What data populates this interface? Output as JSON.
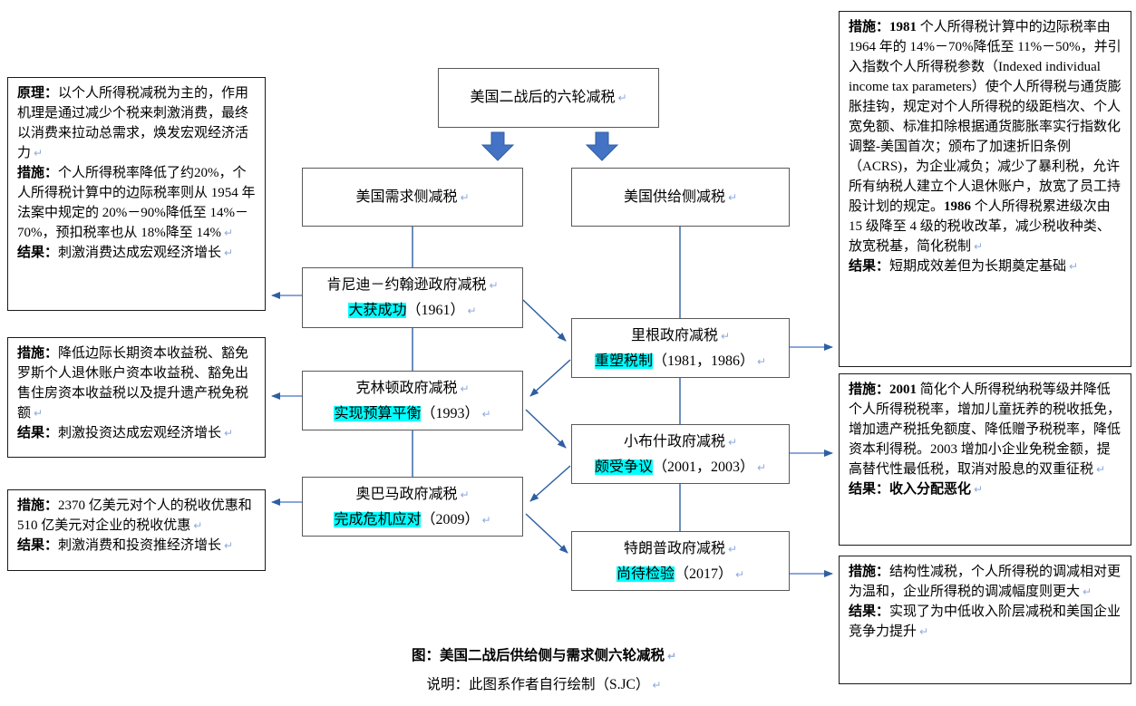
{
  "glyphs": {
    "return_mark": "↵"
  },
  "colors": {
    "highlight": "#00ffff",
    "connector_blue": "#2e5fa3",
    "block_arrow_blue": "#4472c4",
    "return_mark_blue": "#8eaadb",
    "box_border_gray": "#595959"
  },
  "flow": {
    "title": "美国二战后的六轮减税",
    "branches": [
      {
        "label": "美国需求侧减税"
      },
      {
        "label": "美国供给侧减税"
      }
    ],
    "rounds": [
      {
        "line1": "肯尼迪－约翰逊政府减税",
        "tag": "大获成功",
        "years": "（1961）"
      },
      {
        "line1": "克林顿政府减税",
        "tag": "实现预算平衡",
        "years": "（1993）"
      },
      {
        "line1": "奥巴马政府减税",
        "tag": "完成危机应对",
        "years": "（2009）"
      },
      {
        "line1": "里根政府减税",
        "tag": "重塑税制",
        "years": "（1981，1986）"
      },
      {
        "line1": "小布什政府减税",
        "tag": "颇受争议",
        "years": "（2001，2003）"
      },
      {
        "line1": "特朗普政府减税",
        "tag": "尚待检验",
        "years": "（2017）"
      }
    ]
  },
  "notes": {
    "left1": {
      "paras": [
        [
          {
            "t": "原理：",
            "b": true
          },
          {
            "t": "以个人所得税减税为主的，作用机理是通过减少个税来刺激消费，最终以消费来拉动总需求，焕发宏观经济活力"
          }
        ],
        [
          {
            "t": "措施：",
            "b": true
          },
          {
            "t": "个人所得税率降低了约20%，个人所得税计算中的边际税率则从 1954 年法案中规定的 20%－90%降低至 14%－70%，预扣税率也从 18%降至 14%"
          }
        ],
        [
          {
            "t": "结果：",
            "b": true
          },
          {
            "t": "刺激消费达成宏观经济增长"
          }
        ]
      ]
    },
    "left2": {
      "paras": [
        [
          {
            "t": "措施：",
            "b": true
          },
          {
            "t": "降低边际长期资本收益税、豁免罗斯个人退休账户资本收益税、豁免出售住房资本收益税以及提升遗产税免税额"
          }
        ],
        [
          {
            "t": "结果：",
            "b": true
          },
          {
            "t": "刺激投资达成宏观经济增长"
          }
        ]
      ]
    },
    "left3": {
      "paras": [
        [
          {
            "t": "措施：",
            "b": true
          },
          {
            "t": "2370 亿美元对个人的税收优惠和 510 亿美元对企业的税收优惠"
          }
        ],
        [
          {
            "t": "结果：",
            "b": true
          },
          {
            "t": "刺激消费和投资推经济增长"
          }
        ]
      ]
    },
    "right1": {
      "paras": [
        [
          {
            "t": "措施：",
            "b": true
          },
          {
            "t": "1981 ",
            "b": true
          },
          {
            "t": "个人所得税计算中的边际税率由 1964 年的 14%－70%降低至 11%－50%，并引入指数个人所得税参数（Indexed individual income tax parameters）使个人所得税与通货膨胀挂钩，规定对个人所得税的级距档次、个人宽免额、标准扣除根据通货膨胀率实行指数化调整-美国首次；颁布了加速折旧条例（ACRS)，为企业减负；减少了暴利税，允许所有纳税人建立个人退休账户，放宽了员工持股计划的规定。"
          },
          {
            "t": "1986 ",
            "b": true
          },
          {
            "t": "个人所得税累进级次由 15 级降至 4 级的税收改革，减少税收种类、放宽税基，简化税制"
          }
        ],
        [
          {
            "t": "结果：",
            "b": true
          },
          {
            "t": "短期成效差但为长期奠定基础"
          }
        ]
      ]
    },
    "right2": {
      "paras": [
        [
          {
            "t": "措施：",
            "b": true
          },
          {
            "t": "2001 ",
            "b": true
          },
          {
            "t": "简化个人所得税纳税等级并降低个人所得税税率，增加儿童抚养的税收抵免，增加遗产税抵免额度、降低赠予税税率，降低资本利得税。2003 增加小企业免税金额，提高替代性最低税，取消对股息的双重征税"
          }
        ],
        [
          {
            "t": "结果：",
            "b": true
          },
          {
            "t": "收入分配恶化",
            "b": true
          }
        ]
      ]
    },
    "right3": {
      "paras": [
        [
          {
            "t": "措施：",
            "b": true
          },
          {
            "t": "结构性减税，个人所得税的调减相对更为温和，企业所得税的调减幅度则更大"
          }
        ],
        [
          {
            "t": "结果：",
            "b": true
          },
          {
            "t": "实现了为中低收入阶层减税和美国企业竞争力提升"
          }
        ]
      ]
    }
  },
  "caption": {
    "title": "图：美国二战后供给侧与需求侧六轮减税",
    "note": "说明：此图系作者自行绘制（S.JC）"
  }
}
